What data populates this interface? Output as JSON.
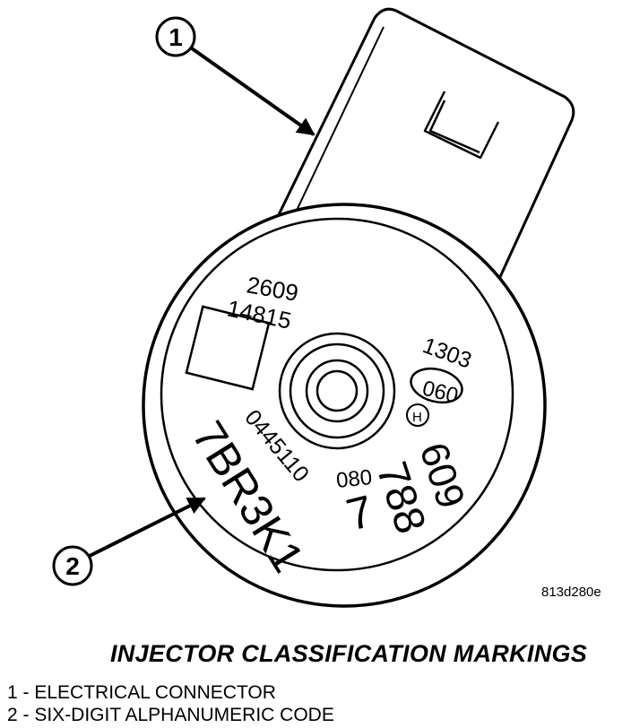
{
  "callouts": [
    {
      "number": "1"
    },
    {
      "number": "2"
    }
  ],
  "markings": {
    "line1": "2609",
    "line2": "14815",
    "top_right": "1303",
    "oval": "060",
    "bosch_symbol": "H",
    "part_prefix": "0445110",
    "code": "7BR3K1",
    "small": "080",
    "big_a": "7",
    "big_b": "788",
    "big_c": "609"
  },
  "figure_id": "813d280e",
  "title": "INJECTOR CLASSIFICATION MARKINGS",
  "legend": [
    "1 - ELECTRICAL CONNECTOR",
    "2 - SIX-DIGIT ALPHANUMERIC CODE"
  ]
}
